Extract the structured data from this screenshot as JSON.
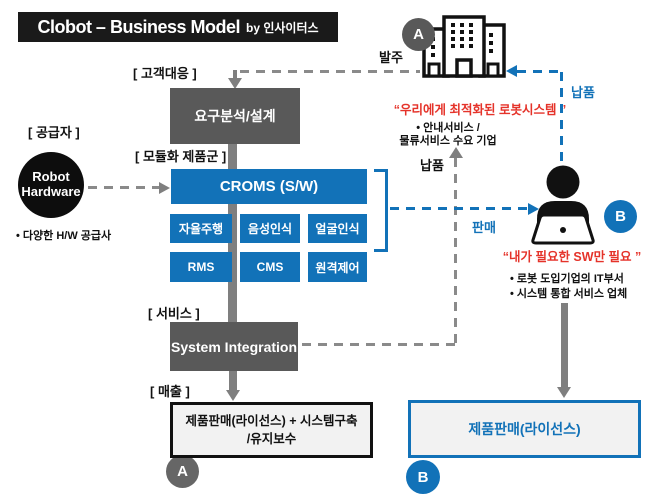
{
  "title": {
    "main": "Clobot – Business Model",
    "by": "by 인사이터스"
  },
  "section_labels": {
    "customer_response": "[ 고객대응 ]",
    "supplier": "[ 공급자 ]",
    "modular_products": "[ 모듈화 제품군 ]",
    "service": "[ 서비스 ]",
    "revenue": "[ 매출 ]"
  },
  "supplier": {
    "circle_line1": "Robot",
    "circle_line2": "Hardware",
    "note": "•  다양한 H/W 공급사"
  },
  "process": {
    "requirements": "요구분석/설계",
    "croms": "CROMS  (S/W)",
    "modules": [
      "자율주행",
      "음성인식",
      "얼굴인식",
      "RMS",
      "CMS",
      "원격제어"
    ],
    "system_integration": "System Integration"
  },
  "flows": {
    "order": "발주",
    "delivery_gray": "납품",
    "delivery_blue": "납품",
    "sale": "판매"
  },
  "customer_a": {
    "badge": "A",
    "quote": "“우리에게 최적화된 로봇시스템 ”",
    "bullet_line1": "•   안내서비스 /",
    "bullet_line2": "물류서비스 수요 기업"
  },
  "customer_b": {
    "badge": "B",
    "quote": "“내가 필요한 SW만 필요 ”",
    "bullets": [
      "•   로봇 도입기업의  IT부서",
      "•   시스템 통합 서비스 업체"
    ]
  },
  "revenue": {
    "a_badge": "A",
    "a_line1": "제품판매(라이선스) + 시스템구축",
    "a_line2": "/유지보수",
    "b_badge": "B",
    "b_text": "제품판매(라이선스)"
  },
  "colors": {
    "blue": "#1272b8",
    "dark_gray": "#595959",
    "red": "#e5332a",
    "badge_gray": "#666666",
    "black": "#1a1a1a"
  }
}
